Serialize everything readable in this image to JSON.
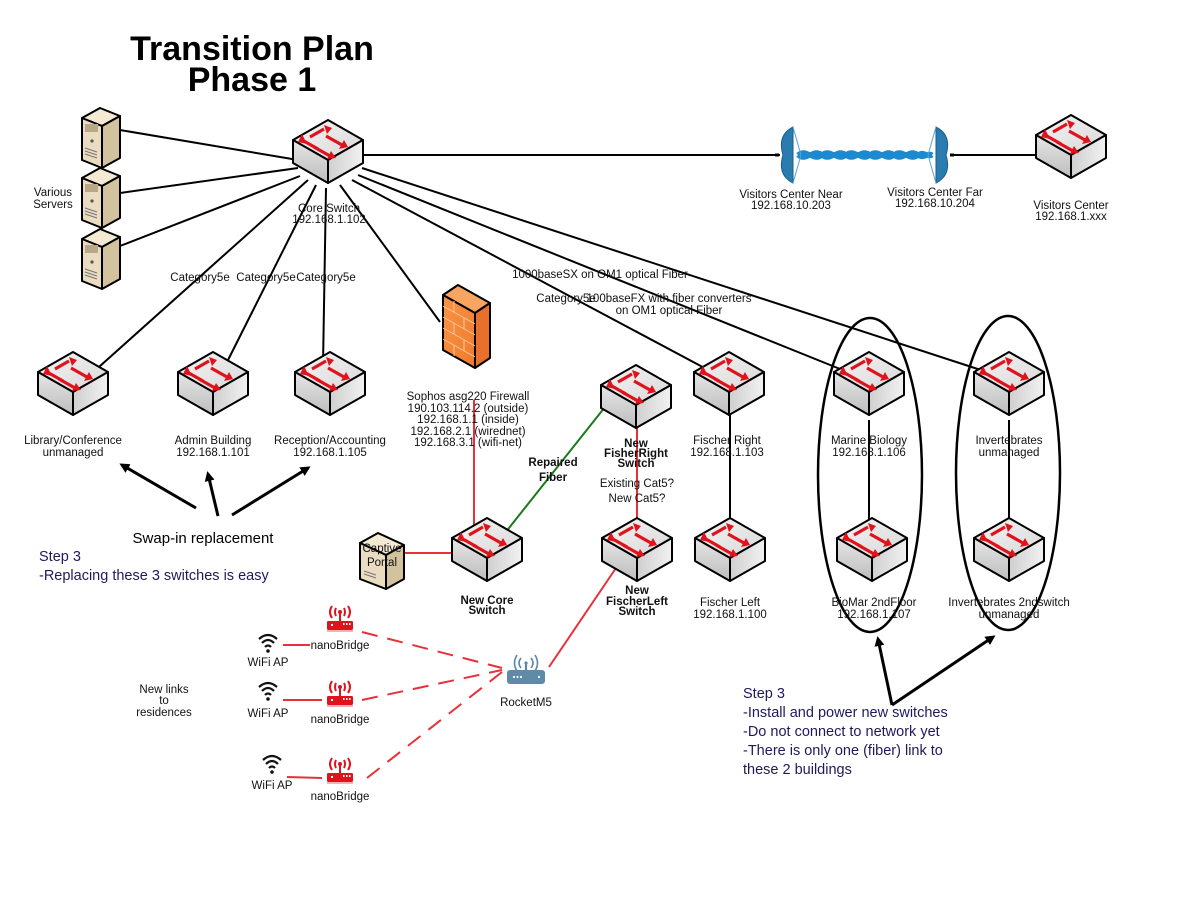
{
  "title": {
    "line1": "Transition Plan",
    "line2": "Phase 1"
  },
  "colors": {
    "link": "#000000",
    "new_link": "#e8303a",
    "fiber_link": "#1a7a1a",
    "wireless_link": "#1b8ad0",
    "note_text": "#1f1a5c",
    "switch_arrow": "#e0121b",
    "firewall": "#f47e35",
    "server": "#e9dcc0"
  },
  "nodes": {
    "core_switch": {
      "name": "Core Switch",
      "ip": "192.168.1.102"
    },
    "servers": {
      "label_line1": "Various",
      "label_line2": "Servers"
    },
    "visitors_near": {
      "name": "Visitors Center Near",
      "ip": "192.168.10.203"
    },
    "visitors_far": {
      "name": "Visitors Center Far",
      "ip": "192.168.10.204"
    },
    "visitors_center": {
      "name": "Visitors Center",
      "ip": "192.168.1.xxx"
    },
    "library": {
      "name": "Library/Conference",
      "ip": "unmanaged"
    },
    "admin": {
      "name": "Admin Building",
      "ip": "192.168.1.101"
    },
    "reception": {
      "name": "Reception/Accounting",
      "ip": "192.168.1.105"
    },
    "firewall": {
      "lines": [
        "Sophos asg220 Firewall",
        "190.103.114.2 (outside)",
        "192.168.1.1 (inside)",
        "192.168.2.1 (wirednet)",
        "192.168.3.1 (wifi-net)"
      ]
    },
    "new_fisher_right": {
      "line1": "New",
      "line2": "FisherRight",
      "line3": "Switch"
    },
    "fischer_right": {
      "name": "Fischer Right",
      "ip": "192.168.1.103"
    },
    "marine_biology": {
      "name": "Marine Biology",
      "ip": "192.168.1.106"
    },
    "invertebrates": {
      "name": "Invertebrates",
      "ip": "unmanaged"
    },
    "captive_portal": {
      "line1": "Captive",
      "line2": "Portal"
    },
    "new_core": {
      "line1": "New Core",
      "line2": "Switch"
    },
    "new_fischer_left": {
      "line1": "New",
      "line2": "FischerLeft",
      "line3": "Switch"
    },
    "fischer_left": {
      "name": "Fischer Left",
      "ip": "192.168.1.100"
    },
    "biomar_2nd": {
      "name": "BioMar 2ndFloor",
      "ip": "192.168.1.107"
    },
    "invert_2nd": {
      "name": "Invertebrates 2ndswitch",
      "ip": "unmanaged"
    },
    "rocket": {
      "name": "RocketM5"
    },
    "nanobridges": [
      "nanoBridge",
      "nanoBridge",
      "nanoBridge"
    ],
    "wifi_aps": [
      "WiFi AP",
      "WiFi AP",
      "WiFi AP"
    ]
  },
  "link_labels": {
    "cat5e_1": "Category5e",
    "cat5e_2": "Category5e",
    "cat5e_3": "Category5e",
    "cat5e_4": "Category5e",
    "sx": "1000baseSX on OM1 optical Fiber",
    "fx_line1": "100baseFX with fiber converters",
    "fx_line2": "on OM1 optical Fiber",
    "repaired_line1": "Repaired",
    "repaired_line2": "Fiber",
    "cat5_q1": "Existing Cat5?",
    "cat5_q2": "New Cat5?"
  },
  "annotations": {
    "swap_in": "Swap-in replacement",
    "step3_left": [
      "Step 3",
      "-Replacing these 3 switches is easy"
    ],
    "step3_right": [
      "Step 3",
      "-Install and power new switches",
      "-Do not connect to network yet",
      "-There is only one (fiber) link to",
      "these 2 buildings"
    ],
    "residences": [
      "New links",
      "to",
      "residences"
    ]
  }
}
